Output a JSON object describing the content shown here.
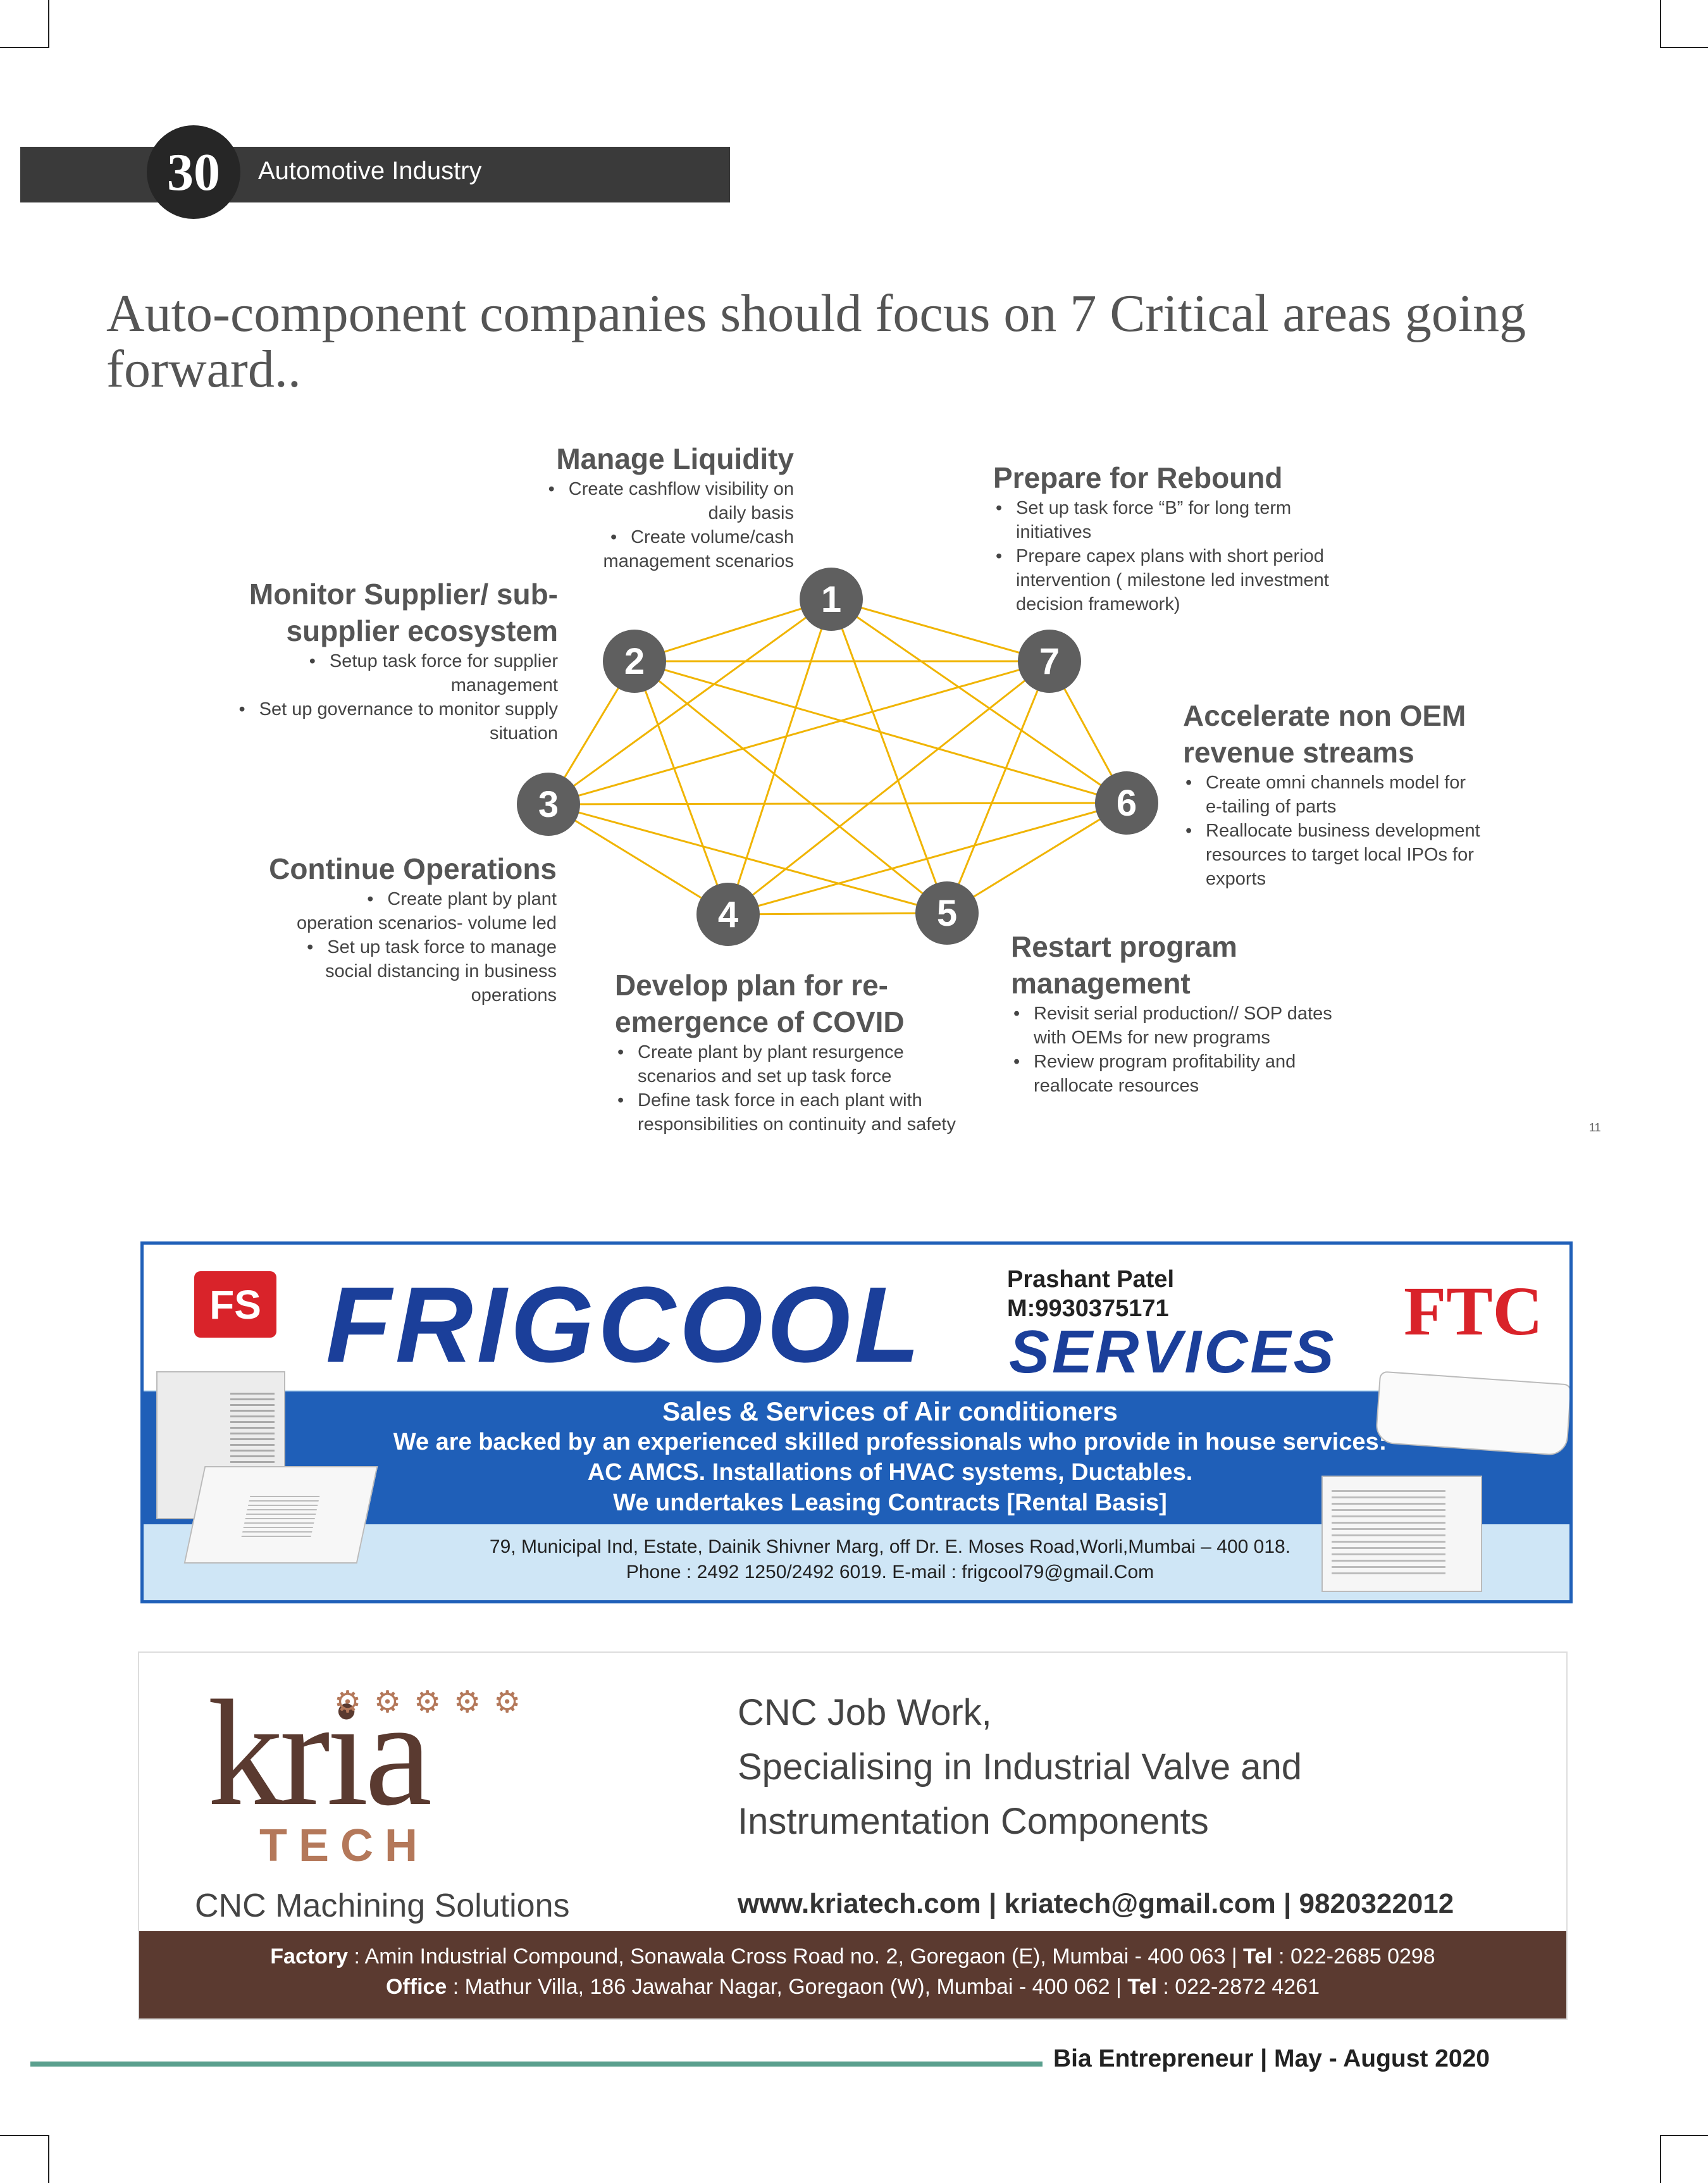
{
  "header": {
    "page_number": "30",
    "section": "Automotive Industry"
  },
  "page_title": "Auto-component companies should focus on 7 Critical areas going forward..",
  "diagram": {
    "nodes": [
      "1",
      "2",
      "3",
      "4",
      "5",
      "6",
      "7"
    ],
    "line_color": "#f0b400",
    "areas": {
      "liquidity": {
        "title": "Manage Liquidity",
        "bullets": [
          "Create cashflow visibility on daily basis",
          "Create volume/cash management scenarios"
        ]
      },
      "rebound": {
        "title": "Prepare for Rebound",
        "bullets": [
          "Set up task force “B” for long term initiatives",
          "Prepare capex plans with short period intervention ( milestone led investment decision framework)"
        ]
      },
      "supplier": {
        "title": "Monitor Supplier/ sub-supplier ecosystem",
        "bullets": [
          "Setup task force for supplier management",
          "Set up governance to monitor supply situation"
        ]
      },
      "non_oem": {
        "title": "Accelerate non OEM revenue streams",
        "bullets": [
          "Create omni channels model for e-tailing of parts",
          "Reallocate business development resources to target local IPOs for exports"
        ]
      },
      "operations": {
        "title": "Continue Operations",
        "bullets": [
          "Create plant by plant operation scenarios- volume led",
          "Set up task force to manage social distancing in business operations"
        ]
      },
      "program": {
        "title": "Restart program management",
        "bullets": [
          "Revisit serial production// SOP dates with OEMs for new programs",
          "Review program profitability and reallocate resources"
        ]
      },
      "covid": {
        "title": "Develop plan for re-emergence of COVID",
        "bullets": [
          "Create plant by plant resurgence scenarios and set up task force",
          "Define task force in each plant with responsibilities on continuity and safety"
        ]
      }
    },
    "slide_number": "11"
  },
  "frigcool_ad": {
    "logo_letters": "FS",
    "brand": "FRIGCOOL",
    "contact_name": "Prashant Patel",
    "contact_phone": "M:9930375171",
    "services": "SERVICES",
    "monogram": "FTC",
    "lines": [
      "Sales & Services of Air conditioners",
      "We are backed by an experienced skilled professionals who provide in house services:",
      "AC AMCS. Installations of HVAC systems, Ductables.",
      "We undertakes Leasing Contracts [Rental Basis]"
    ],
    "address": "79, Municipal Ind, Estate, Dainik Shivner Marg, off Dr. E. Moses Road,Worli,Mumbai – 400 018.",
    "phone_email": "Phone : 2492 1250/2492 6019. E-mail : frigcool79@gmail.Com",
    "brand_color": "#1f5fb8",
    "logo_color": "#d9232a"
  },
  "kria_ad": {
    "logo": "kria",
    "logo_dots": "⚙⚙⚙⚙⚙",
    "logo_sub": "TECH",
    "tagline": "CNC Machining Solutions",
    "lines": [
      "CNC Job Work,",
      "Specialising in Industrial Valve and",
      "Instrumentation Components"
    ],
    "contact": "www.kriatech.com | kriatech@gmail.com | 9820322012",
    "factory_label": "Factory",
    "factory": " : Amin Industrial Compound, Sonawala Cross Road no. 2, Goregaon (E), Mumbai - 400 063 | ",
    "factory_tel_label": "Tel",
    "factory_tel": " : 022-2685 0298",
    "office_label": "Office",
    "office": " : Mathur Villa, 186 Jawahar Nagar, Goregaon (W), Mumbai - 400 062 | ",
    "office_tel_label": "Tel",
    "office_tel": " : 022-2872 4261",
    "band_color": "#5b3a30"
  },
  "footer": {
    "text": "Bia Entrepreneur | May - August 2020"
  }
}
